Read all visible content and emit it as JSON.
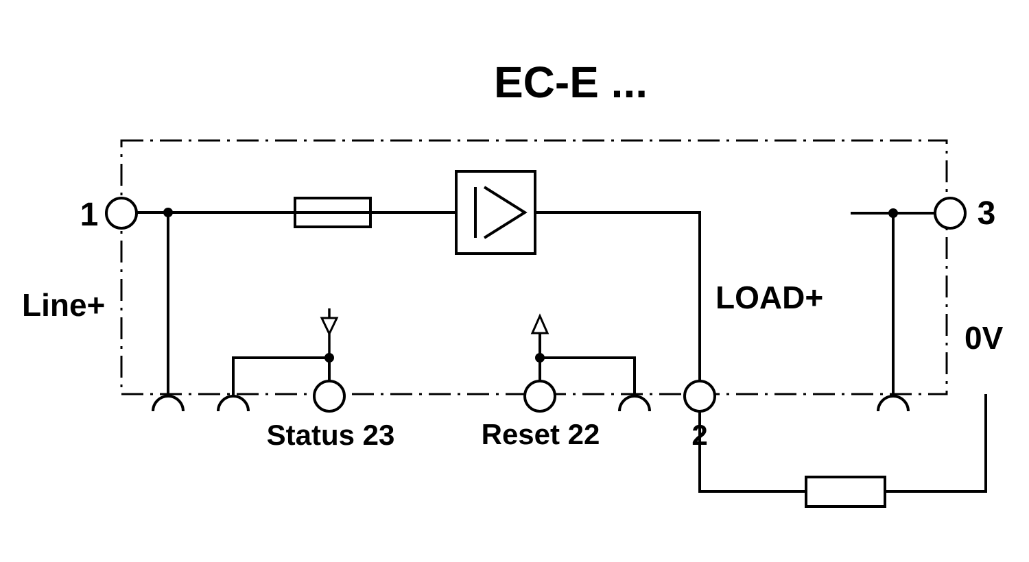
{
  "diagram": {
    "title": "EC-E ...",
    "labels": {
      "terminal1": "1",
      "terminal2": "2",
      "terminal3": "3",
      "line_plus": "Line+",
      "load_plus": "LOAD+",
      "zero_v": "0V",
      "status": "Status 23",
      "reset": "Reset 22"
    },
    "symbols": {
      "fuse": "fuse-symbol",
      "electronic_switch": "electronic-switch-symbol",
      "load_resistor": "load-resistor-symbol",
      "socket": "plug-socket-arc",
      "status_arrow": "arrow-down",
      "reset_arrow": "arrow-up"
    },
    "colors": {
      "stroke": "#000000",
      "background": "#ffffff"
    }
  }
}
